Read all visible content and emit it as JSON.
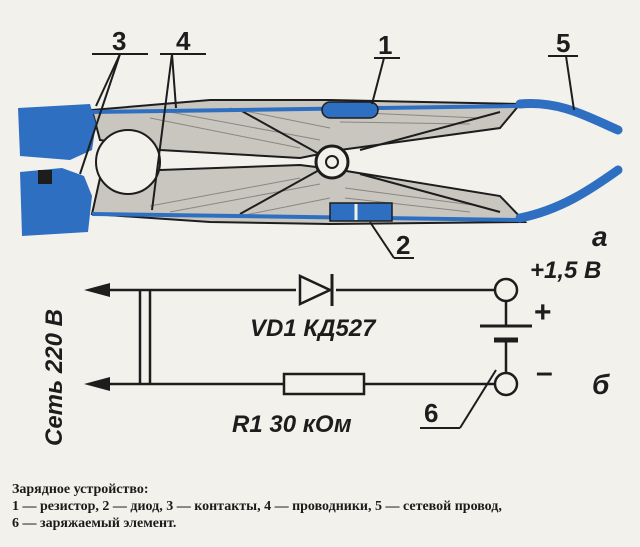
{
  "figure": {
    "callouts": [
      "1",
      "2",
      "3",
      "4",
      "5",
      "6"
    ],
    "panel_a": "а",
    "panel_b": "б",
    "mains_label": "Сеть 220 В",
    "diode_label": "VD1 КД527",
    "resistor_label": "R1 30 кОм",
    "voltage_label": "+1,5 В",
    "plus": "+",
    "minus": "–"
  },
  "caption": {
    "title": "Зарядное устройство:",
    "line1": "1 — резистор, 2 — диод, 3 — контакты, 4 — проводники, 5 — сетевой провод,",
    "line2": "6 — заряжаемый элемент."
  },
  "colors": {
    "blue": "#2f6fc2",
    "ink": "#1d1d1d",
    "paper": "#f3f1ec",
    "wood": "#c9c6bf"
  }
}
